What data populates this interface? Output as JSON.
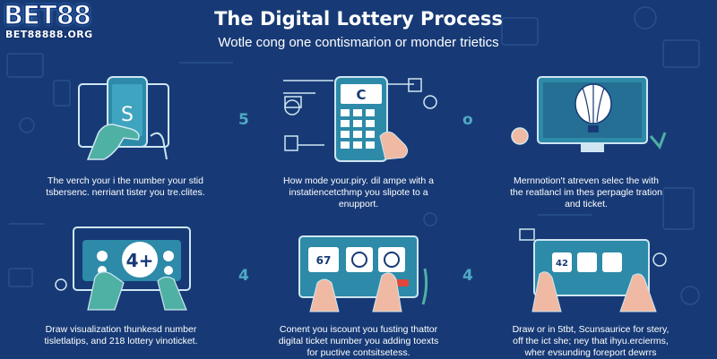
{
  "logo": {
    "main": "BET88",
    "sub": "BET88888.ORG"
  },
  "title": "The Digital Lottery Process",
  "subtitle": "Wotle cong one contismarion or monder trietics",
  "markers": [
    "5",
    "o",
    "4",
    "4"
  ],
  "steps": [
    {
      "icon": "hand-phone-icon",
      "caption_lines": [
        "The verch your i the number your stid",
        "tsbersenc. nerriant tister you tre.clites."
      ],
      "screen_text": "S"
    },
    {
      "icon": "phone-keypad-icon",
      "caption_lines": [
        "How mode your.piry. dil ampe with a",
        "instatiencetcthmp you slipote to a",
        "enupport."
      ],
      "screen_text": "C"
    },
    {
      "icon": "monitor-balloon-icon",
      "caption_lines": [
        "Mernnotion't atreven selec the with",
        "the reatlancl im thes perpagle tration",
        "and ticket."
      ],
      "screen_text": ""
    },
    {
      "icon": "tablet-ticket-icon",
      "caption_lines": [
        "Draw visualization thunkesd number",
        "tisletlatips, and 218 lottery vinoticket."
      ],
      "screen_text": "4+"
    },
    {
      "icon": "tablet-select-icon",
      "caption_lines": [
        "Conent you iscount you fusting thattor",
        "digital ticket number you adding toexts",
        "for puctive contsitsetess."
      ],
      "screen_text": "67"
    },
    {
      "icon": "monitor-hands-icon",
      "caption_lines": [
        "Draw or in 5tbt, Scunsaurice for stery,",
        "off the ict she; ney that ihyu.ercierms,",
        "wher evsunding foreport dewrrs"
      ],
      "screen_text": "42"
    }
  ],
  "colors": {
    "background": "#173a76",
    "accent": "#4fa9c6",
    "screen": "#2d8aa8",
    "line": "#cfe6f2"
  }
}
